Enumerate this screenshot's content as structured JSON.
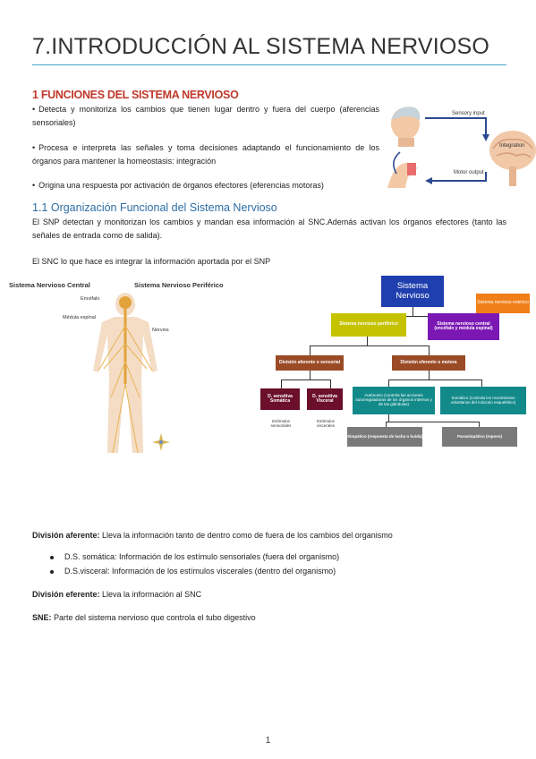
{
  "page": {
    "title": "7.INTRODUCCIÓN AL SISTEMA NERVIOSO",
    "page_number": "1"
  },
  "section1": {
    "heading": "1 FUNCIONES DEL SISTEMA NERVIOSO",
    "bullets": [
      "Detecta y monitoriza los cambios que tienen lugar dentro y fuera del cuerpo (aferencias sensoriales)",
      "Procesa e interpreta las señales y toma decisiones adaptando el funcionamiento de los órganos para mantener la homeostasis: integración",
      "Origina una respuesta por activación de órganos efectores (eferencias motoras)"
    ],
    "figure": {
      "sensory_label": "Sensory input",
      "integration_label": "Integration",
      "motor_label": "Motor output"
    }
  },
  "section11": {
    "heading": "1.1 Organización Funcional del Sistema Nervioso",
    "para1": "El SNP detectan y monitorizan los cambios y mandan esa información al SNC.Además activan los órganos efectores (tanto las señales de entrada como de salida).",
    "para2": "El SNC lo que hace es integrar la información aportada por el SNP"
  },
  "body_figure": {
    "central_label": "Sistema Nervioso Central",
    "peripheral_label": "Sistema Nervioso Periférico",
    "encefalo": "Encéfalo",
    "medula": "Médula espinal",
    "nervios": "Nervios"
  },
  "flowchart": {
    "root": "Sistema Nervioso",
    "side_note": "Sistema nervioso entérico",
    "peripheral": "Sistema nervioso periférico",
    "central": "Sistema nervioso central (encéfalo y médula espinal)",
    "afferent": "División aferente o sensorial",
    "efferent": "División eferente o motora",
    "somatic_sensitive": "D. sensitiva Somática",
    "visceral_sensitive": "D. sensitiva Visceral",
    "somatic_note": "Estímulos sensoriales",
    "visceral_note": "Estímulos viscerales",
    "autonomic": "Autónomo (controla las acciones autorreguladoras de los órganos internos y de las glándulas)",
    "somatic_motor": "Somático (controla los movimientos voluntarios del músculo esquelético)",
    "sympathetic": "Simpático (respuesta de lucha o huida)",
    "parasympathetic": "Parasimpático (reposo)",
    "colors": {
      "root": "#1f3fae",
      "side": "#f07f17",
      "peripheral": "#c5c200",
      "central": "#7b17b3",
      "division": "#9a4a25",
      "sensitive": "#6b0f2a",
      "motor": "#138a8a",
      "autonomic_sub": "#7a7a7a"
    }
  },
  "definitions": {
    "aferente_term": "División aferente:",
    "aferente_text": " Lleva la información tanto de dentro como de fuera de los cambios del organismo",
    "sub_bullets": [
      "D.S. somática: Información de los estímulo sensoriales (fuera del organismo)",
      "D.S.visceral: Información de los estímulos viscerales (dentro del organismo)"
    ],
    "eferente_term": "División eferente:",
    "eferente_text": " Lleva la información al SNC",
    "sne_term": "SNE:",
    "sne_text": " Parte del sistema nervioso que controla el tubo digestivo"
  }
}
